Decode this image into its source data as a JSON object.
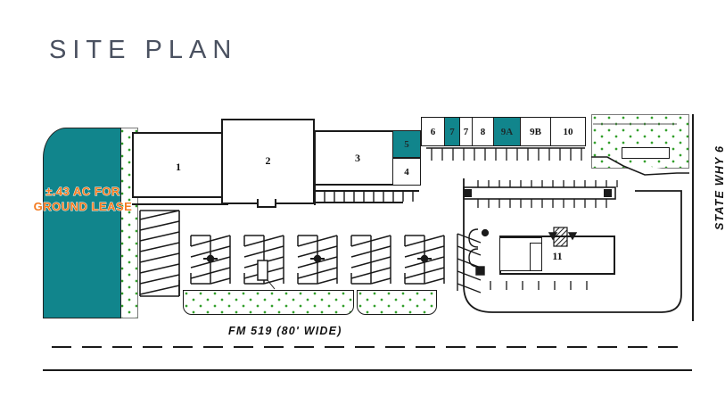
{
  "page": {
    "title": "SITE PLAN",
    "title_color": "#4a5160",
    "background": "#ffffff"
  },
  "palette": {
    "teal": "#11858c",
    "orange": "#f47b20",
    "landscape_green": "#33a02c",
    "line": "#1a1a1a"
  },
  "lease_parcel": {
    "name": "ground-lease-parcel",
    "line1": "±.43 AC  FOR",
    "line2": "GROUND LEASE",
    "fill": "#11858c",
    "text_color": "#f47b20"
  },
  "buildings": [
    {
      "label": "1",
      "fill": "white"
    },
    {
      "label": "2",
      "fill": "white"
    },
    {
      "label": "3",
      "fill": "white"
    },
    {
      "label": "11",
      "fill": "white"
    }
  ],
  "units": [
    {
      "label": "4",
      "fill": "white"
    },
    {
      "label": "5",
      "fill": "teal"
    },
    {
      "label": "6",
      "fill": "white"
    },
    {
      "label": "7",
      "fill": "teal"
    },
    {
      "label": "7",
      "fill": "white"
    },
    {
      "label": "8",
      "fill": "white"
    },
    {
      "label": "9A",
      "fill": "teal"
    },
    {
      "label": "9B",
      "fill": "white"
    },
    {
      "label": "10",
      "fill": "white"
    }
  ],
  "streets": {
    "bottom": "FM 519 (80' WIDE)",
    "right": "STATE WHY 6"
  },
  "legend_note": ""
}
